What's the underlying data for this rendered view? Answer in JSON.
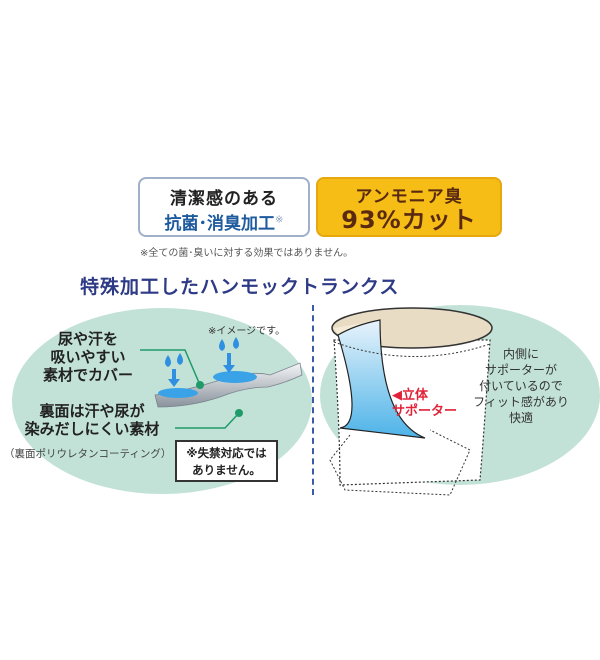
{
  "badges": {
    "antibacterial": {
      "line1": "清潔感のある",
      "line2": "抗菌･消臭加工",
      "mark": "※",
      "border_color": "#9fb0c8",
      "text_color": "#1e5a9e"
    },
    "ammonia": {
      "line1": "アンモニア臭",
      "line2": "93%カット",
      "bg_color": "#f5bd16",
      "text_color": "#5a2a10"
    }
  },
  "disclaimer": "※全ての菌･臭いに対する効果ではありません。",
  "heading": "特殊加工したハンモックトランクス",
  "left_panel": {
    "image_note": "※イメージです。",
    "label_absorb": [
      "尿や汗を",
      "吸いやすい",
      "素材でカバー"
    ],
    "label_back": [
      "裏面は汗や尿が",
      "染みだしにくい素材"
    ],
    "label_coating": "（裏面ポリウレタンコーティング）",
    "incontinence_note": [
      "※失禁対応では",
      "ありません。"
    ]
  },
  "right_panel": {
    "supporter_label": [
      "◀立体",
      "サポーター"
    ],
    "description": [
      "内側に",
      "サポーターが",
      "付いているので",
      "フィット感があり",
      "快適"
    ]
  },
  "colors": {
    "ellipse": "#c2e2d8",
    "heading": "#2d3a85",
    "supporter": "#e1233a",
    "leader_line": "#1f9a6a"
  }
}
